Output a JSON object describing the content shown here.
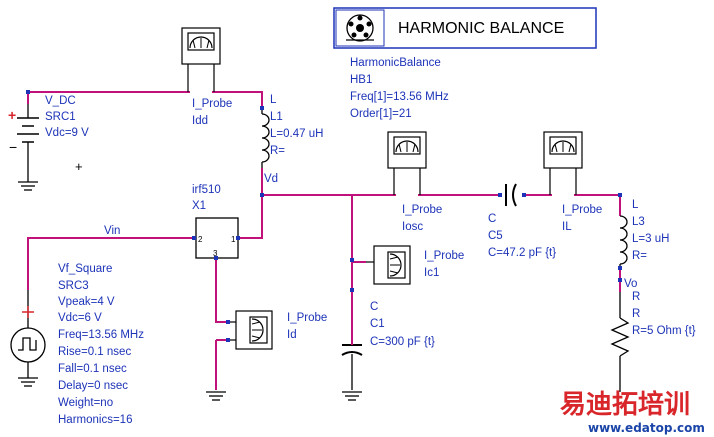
{
  "colors": {
    "wire": "#c0127a",
    "part": "#000000",
    "label": "#1d33b8",
    "pin": "#1d33b8",
    "hb_box": "#1d33b8",
    "watermark_red": "#d8262a",
    "watermark_blue": "#1a44a8"
  },
  "hb": {
    "title": "HARMONIC BALANCE",
    "type": "HarmonicBalance",
    "name": "HB1",
    "freq": "Freq[1]=13.56 MHz",
    "order": "Order[1]=21",
    "icon": "harmonic-balance-icon"
  },
  "vdc": {
    "type": "V_DC",
    "name": "SRC1",
    "value": "Vdc=9 V",
    "plus_mark": "+",
    "minus_mark": "−",
    "extra_plus": "+"
  },
  "l1": {
    "type": "L",
    "name": "L1",
    "value": "L=0.47 uH",
    "r": "R="
  },
  "idd": {
    "type": "I_Probe",
    "name": "Idd"
  },
  "fet": {
    "type": "irf510",
    "name": "X1",
    "pin_g": "2",
    "pin_d": "1",
    "pin_s": "3"
  },
  "nets": {
    "vin": "Vin",
    "vd": "Vd",
    "vo": "Vo"
  },
  "vsrc": {
    "type": "Vf_Square",
    "name": "SRC3",
    "params": [
      "Vpeak=4 V",
      "Vdc=6 V",
      "Freq=13.56 MHz",
      "Rise=0.1 nsec",
      "Fall=0.1 nsec",
      "Delay=0 nsec",
      "Weight=no",
      "Harmonics=16"
    ]
  },
  "id_probe": {
    "type": "I_Probe",
    "name": "Id"
  },
  "ic1_probe": {
    "type": "I_Probe",
    "name": "Ic1"
  },
  "c1": {
    "type": "C",
    "name": "C1",
    "value": "C=300 pF {t}"
  },
  "iosc": {
    "type": "I_Probe",
    "name": "Iosc"
  },
  "c5": {
    "type": "C",
    "name": "C5",
    "value": "C=47.2 pF {t}"
  },
  "il": {
    "type": "I_Probe",
    "name": "IL"
  },
  "l3": {
    "type": "L",
    "name": "L3",
    "value": "L=3 uH",
    "r": "R="
  },
  "r": {
    "type": "R",
    "name": "R",
    "value": "R=5 Ohm {t}"
  },
  "watermark": {
    "brand": "易迪拓培训",
    "url": "www.edatop.com"
  }
}
